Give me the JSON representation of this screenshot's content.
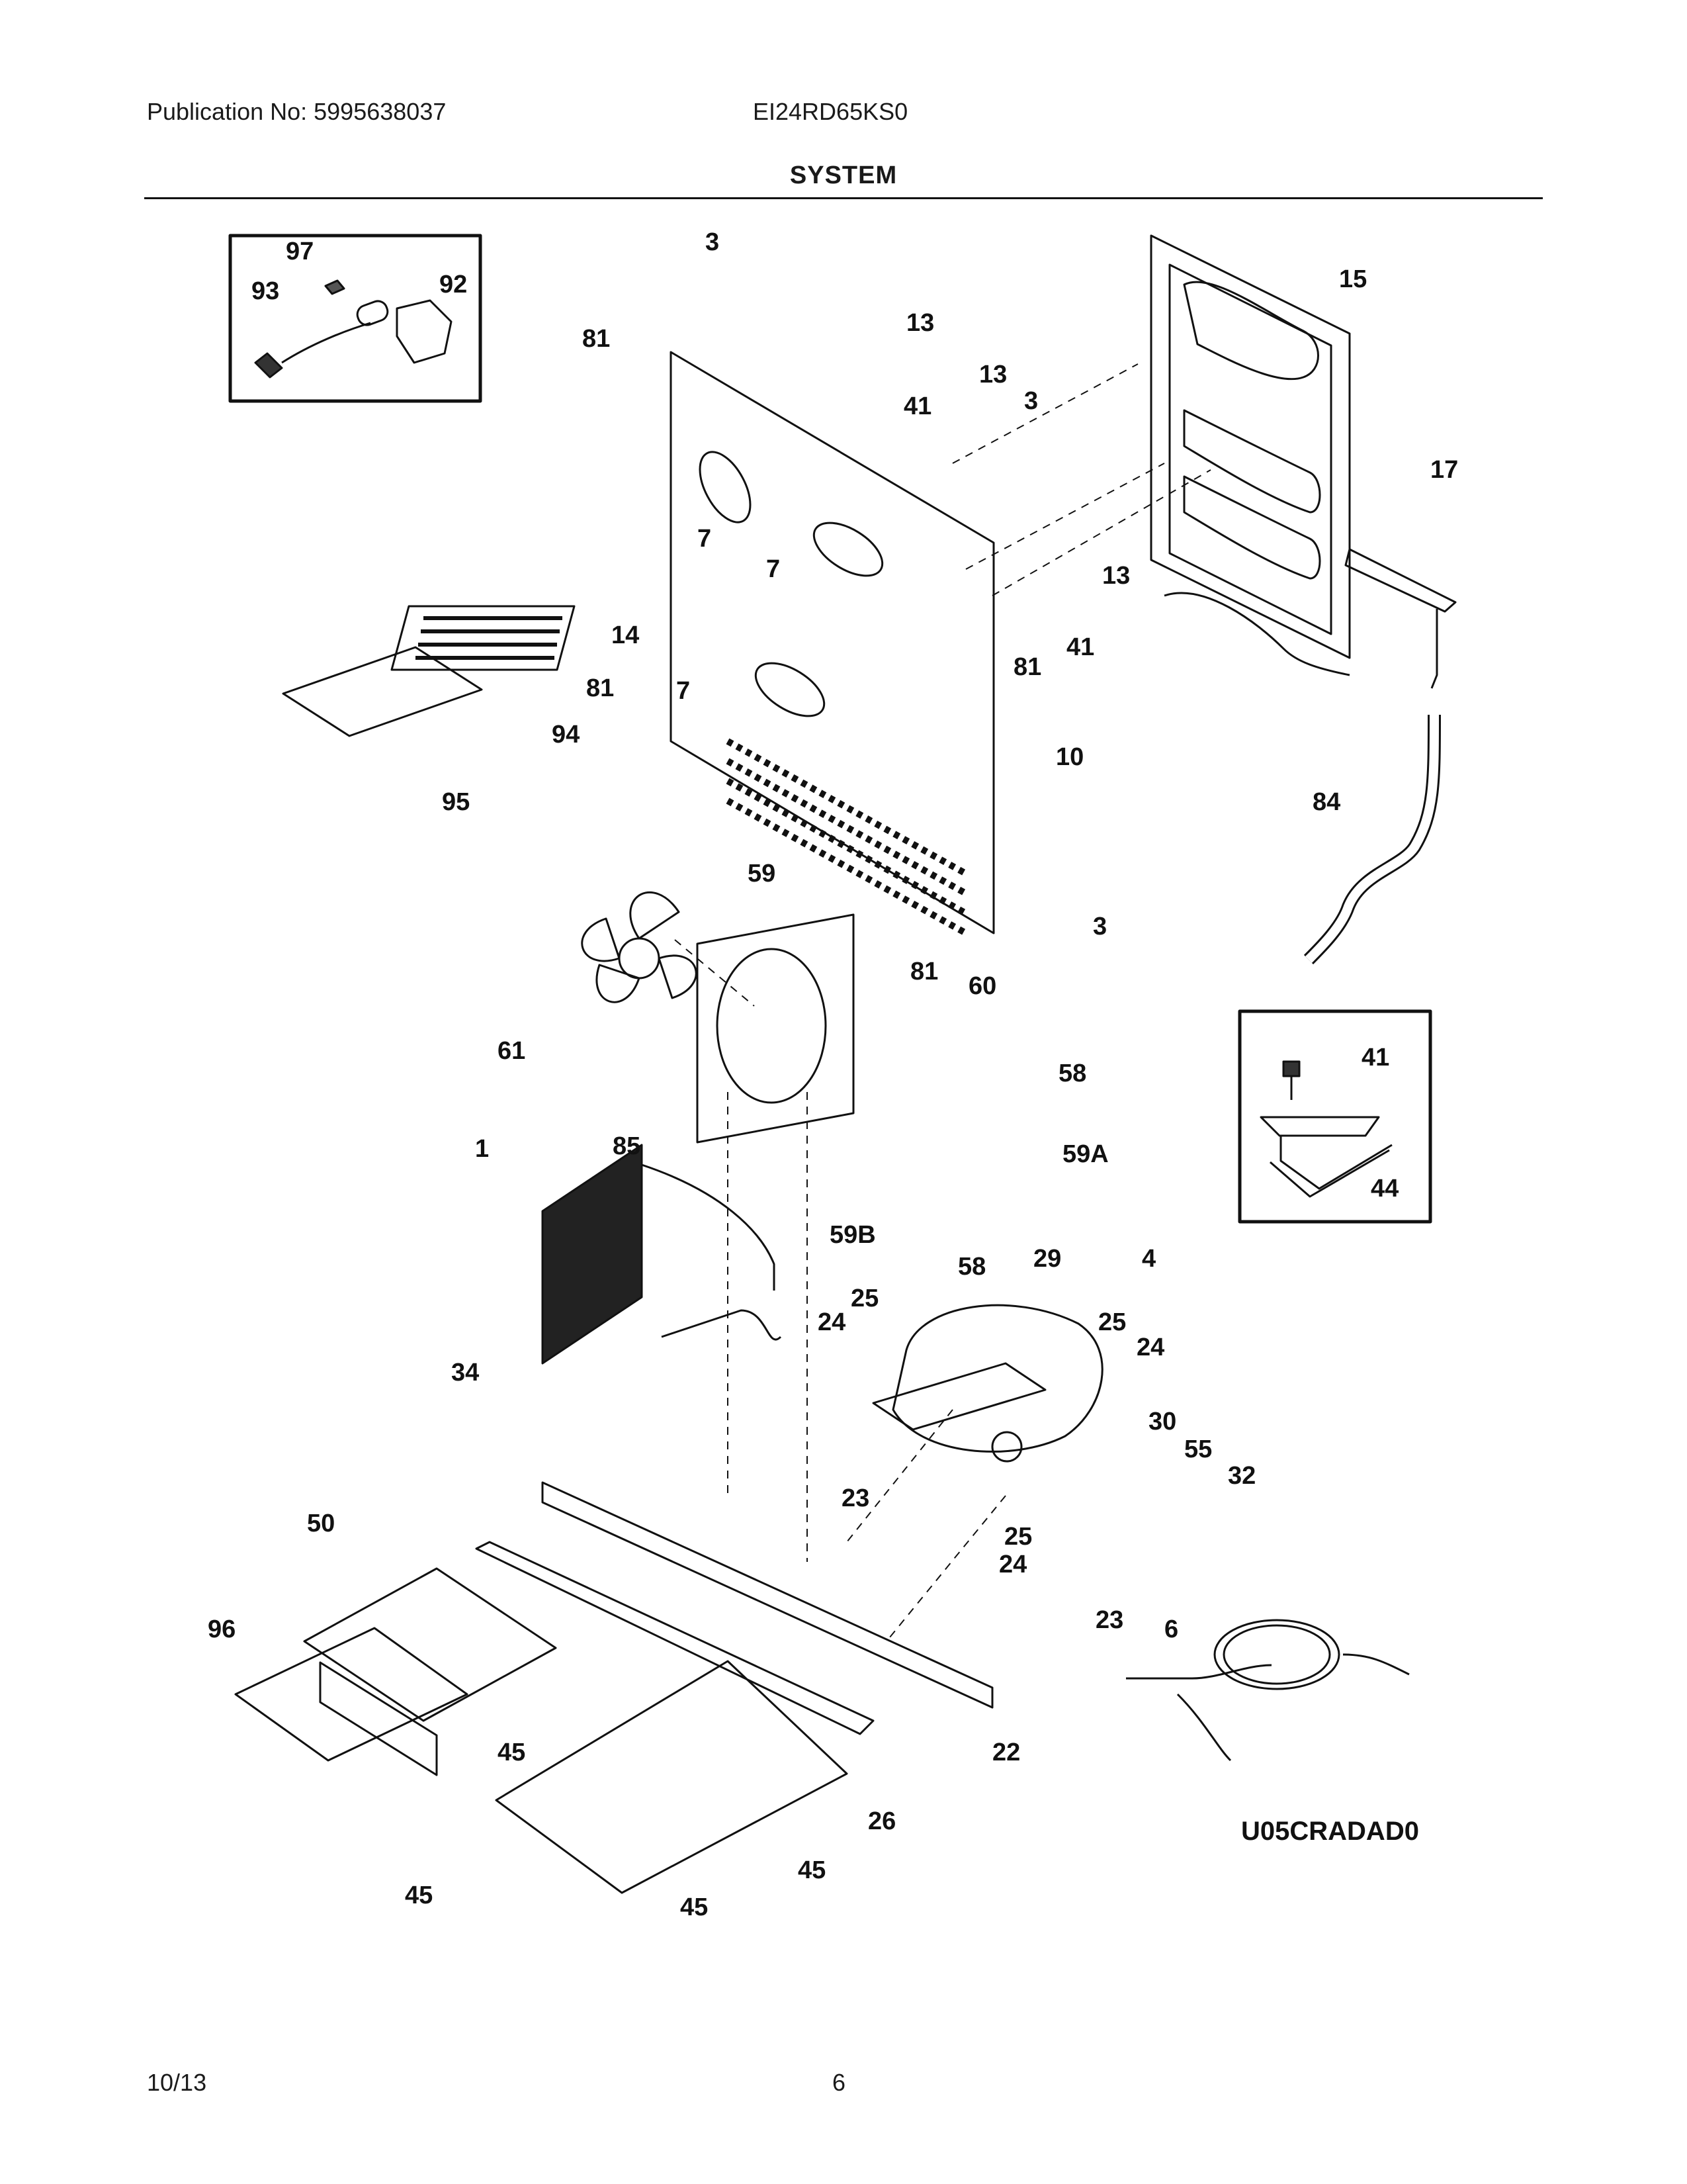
{
  "header": {
    "publication": "Publication No: 5995638037",
    "model": "EI24RD65KS0",
    "section_title": "SYSTEM"
  },
  "diagram": {
    "code": "U05CRADAD0",
    "callouts": [
      "97",
      "93",
      "92",
      "3",
      "13",
      "81",
      "13",
      "41",
      "3",
      "15",
      "17",
      "7",
      "7",
      "13",
      "14",
      "81",
      "7",
      "81",
      "41",
      "94",
      "95",
      "10",
      "84",
      "59",
      "3",
      "81",
      "60",
      "61",
      "41",
      "58",
      "1",
      "85",
      "59A",
      "44",
      "59B",
      "58",
      "29",
      "4",
      "25",
      "24",
      "25",
      "24",
      "34",
      "30",
      "55",
      "32",
      "50",
      "23",
      "25",
      "24",
      "23",
      "96",
      "6",
      "45",
      "22",
      "26",
      "45",
      "45",
      "45"
    ]
  },
  "footer": {
    "date": "10/13",
    "page": "6"
  }
}
